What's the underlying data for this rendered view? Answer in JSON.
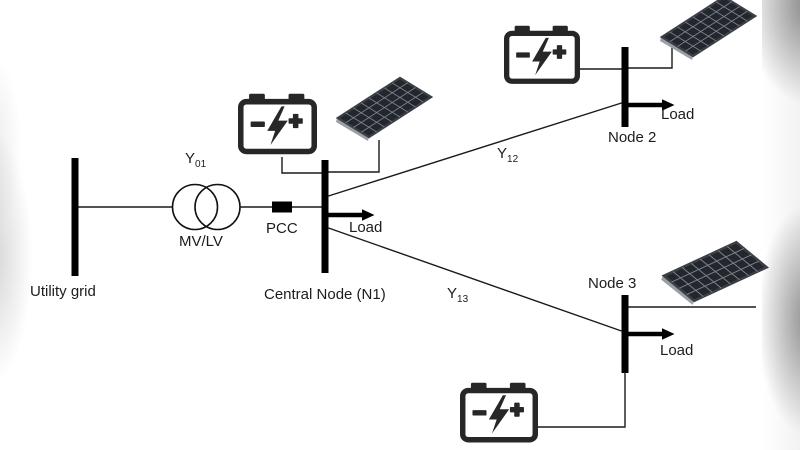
{
  "diagram": {
    "background": "#ffffff",
    "line_color": "#1a1a1a",
    "bus_color": "#000000",
    "panel_color": "#23262c",
    "battery_color": "#272727",
    "labels": {
      "utility_grid": "Utility grid",
      "transformer": "MV/LV",
      "pcc": "PCC",
      "central_node": "Central Node (N1)",
      "node2": "Node 2",
      "node3": "Node 3",
      "load_central": "Load",
      "load_node2": "Load",
      "load_node3": "Load",
      "y01": {
        "base": "Y",
        "sub": "01"
      },
      "y12": {
        "base": "Y",
        "sub": "12"
      },
      "y13": {
        "base": "Y",
        "sub": "13"
      }
    },
    "components": {
      "buses": [
        "Utility grid",
        "Central Node (N1)",
        "Node 2",
        "Node 3"
      ],
      "transformer": "MV/LV",
      "batteries": [
        "central",
        "node2",
        "node3"
      ],
      "solar_panels": [
        "central",
        "node2",
        "node3"
      ],
      "loads": [
        "central",
        "node2",
        "node3"
      ],
      "connections": [
        {
          "from": "Utility grid",
          "to": "Central Node (N1)",
          "via": "MV/LV transformer and PCC",
          "admittance": "Y01"
        },
        {
          "from": "Central Node (N1)",
          "to": "Node 2",
          "admittance": "Y12"
        },
        {
          "from": "Central Node (N1)",
          "to": "Node 3",
          "admittance": "Y13"
        }
      ]
    }
  }
}
